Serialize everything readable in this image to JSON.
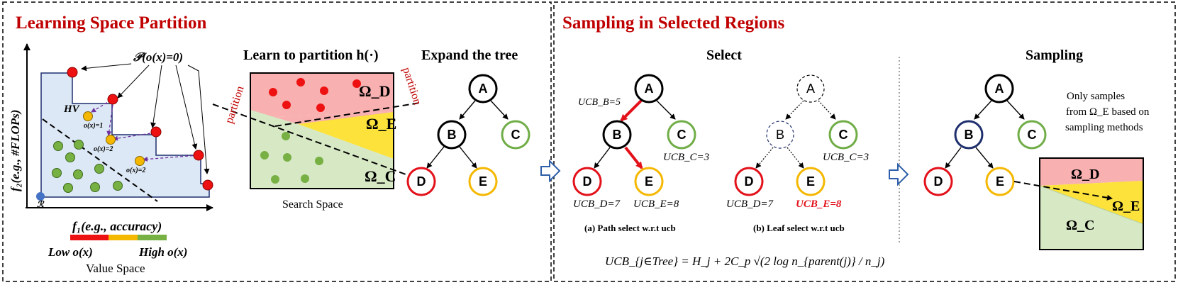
{
  "left_panel": {
    "title": "Learning Space Partition",
    "pareto_plot": {
      "y_axis_label": "f₂(e.g., #FLOPs)",
      "x_axis_label": "f₁(e.g., accuracy)",
      "hv_label": "HV",
      "ref_label": "ℛ",
      "prob_label": "𝒫(o(x)=0)",
      "rank_labels": [
        "o(x)=1",
        "o(x)=2",
        "o(x)=2"
      ]
    },
    "value_space": {
      "low_label": "Low o(x)",
      "high_label": "High o(x)",
      "caption": "Value Space",
      "colors": [
        "#ee1111",
        "#f5b800",
        "#77b043"
      ]
    },
    "partition": {
      "title": "Learn to partition h(·)",
      "caption": "Search Space",
      "partition_label_left": "partition",
      "partition_label_right": "partition",
      "regions": [
        "Ω_D",
        "Ω_E",
        "Ω_C"
      ]
    },
    "expand": {
      "title": "Expand the tree",
      "nodes": [
        "A",
        "B",
        "C",
        "D",
        "E"
      ]
    }
  },
  "right_panel": {
    "title": "Sampling in Selected Regions",
    "select": {
      "title": "Select",
      "tree_a": {
        "nodes": [
          "A",
          "B",
          "C",
          "D",
          "E"
        ],
        "ucb_b": "UCB_B=5",
        "ucb_c": "UCB_C=3",
        "ucb_d": "UCB_D=7",
        "ucb_e": "UCB_E=8",
        "caption": "(a) Path select w.r.t ucb"
      },
      "tree_b": {
        "nodes": [
          "A",
          "B",
          "C",
          "D",
          "E"
        ],
        "ucb_c": "UCB_C=3",
        "ucb_d": "UCB_D=7",
        "ucb_e": "UCB_E=8",
        "caption": "(b) Leaf select w.r.t ucb"
      },
      "formula": "UCB_{j∈Tree} = H_j + 2C_p √(2 log n_{parent(j)} / n_j)"
    },
    "sampling": {
      "title": "Sampling",
      "nodes": [
        "A",
        "B",
        "C",
        "D",
        "E"
      ],
      "note_lines": [
        "Only samples",
        "from Ω_E based on",
        "sampling methods"
      ],
      "regions": [
        "Ω_D",
        "Ω_E",
        "Ω_C"
      ]
    }
  },
  "colors": {
    "title_red": "#c00000",
    "node_red": "#e3111a",
    "node_yellow": "#f5b800",
    "node_green": "#70ad47",
    "node_navy": "#1f2f6e",
    "region_red": "#f8b0b0",
    "region_yellow": "#fce23a",
    "region_green": "#d6e8c4",
    "plot_bg": "#dce8f5"
  }
}
